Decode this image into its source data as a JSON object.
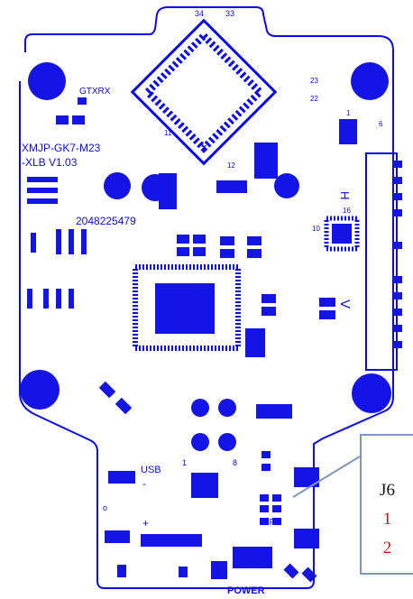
{
  "board": {
    "name_line1": "XMJP-GK7-M23",
    "name_line2": "-XLB V1.03",
    "serial": "2048225479",
    "gtxrx": "GTXRX",
    "usb": "USB",
    "spk": "SPK",
    "power": "POWER",
    "labels": {
      "n34": "34",
      "n33": "33",
      "n23": "23",
      "n22": "22",
      "n12": "12",
      "n11": "11",
      "n1": "1",
      "n6": "6",
      "n16": "16",
      "n10": "10",
      "n8": "8",
      "h": "H",
      "v": "V",
      "minus": "-",
      "plus": "+",
      "o": "o"
    },
    "colors": {
      "silk": "#0a0af0",
      "pad": "#1414e6",
      "bg": "#ffffff",
      "callout_border": "#7f97bf",
      "pin": "#e01010"
    }
  },
  "callout": {
    "title": "J6",
    "pin1": "1",
    "pin2": "2"
  }
}
